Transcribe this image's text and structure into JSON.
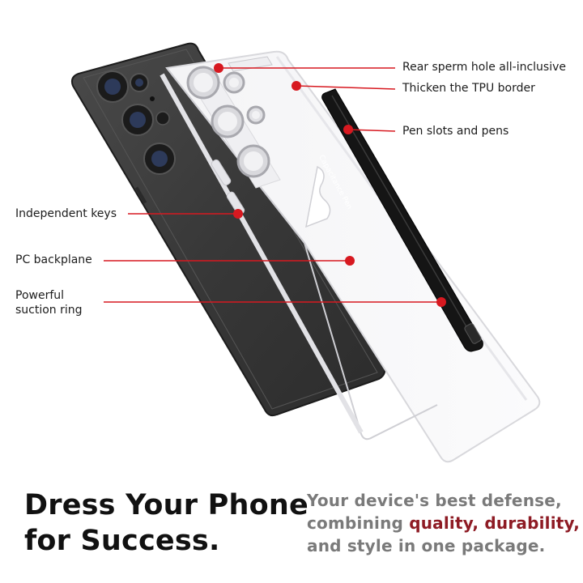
{
  "colors": {
    "accent": "#d71920",
    "phone_body": "#3a3a3a",
    "highlight_text": "#8e1b24",
    "body_text": "#7a7a7a"
  },
  "callouts": {
    "rear_hole": "Rear sperm hole all-inclusive",
    "tpu_border": "Thicken the TPU border",
    "pen_slots": "Pen slots and pens",
    "keys": "Independent keys",
    "backplane": "PC backplane",
    "suction_line1": "Powerful",
    "suction_line2": "suction ring"
  },
  "pen_text": "Capacitance Pen",
  "headline": {
    "line1": "Dress Your Phone",
    "line2": "for Success."
  },
  "tagline": {
    "line1": "Your device's best defense,",
    "line2_prefix": "combining ",
    "line2_highlight": "quality, durability,",
    "line3": "and style in one package."
  }
}
